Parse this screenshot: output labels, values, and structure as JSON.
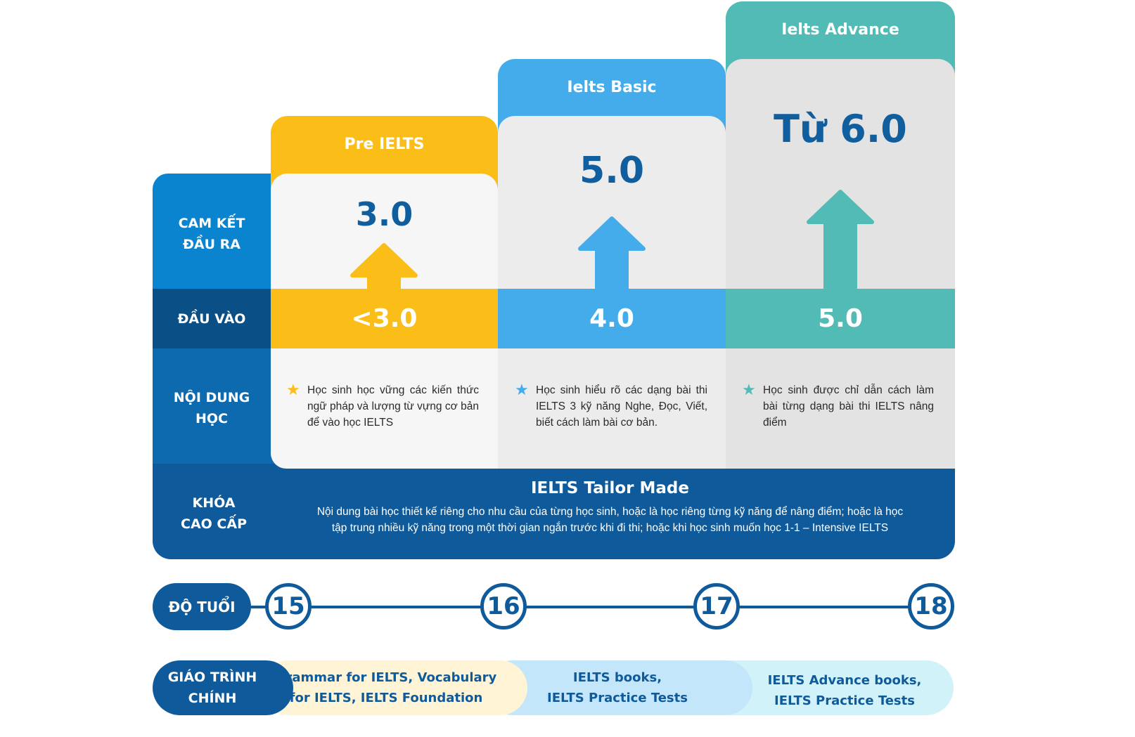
{
  "rows": {
    "output": "CAM KẾT\nĐẦU RA",
    "input": "ĐẦU VÀO",
    "content": "NỘI DUNG\nHỌC",
    "advanced": "KHÓA\nCAO CẤP",
    "age": "ĐỘ TUỔI",
    "textbook": "GIÁO TRÌNH\nCHÍNH"
  },
  "courses": [
    {
      "name": "Pre IELTS",
      "output": "3.0",
      "input": "<3.0",
      "content": "Học sinh học vững các kiến thức ngữ pháp và lượng từ vựng cơ bản để vào học IELTS",
      "books": "Grammar for IELTS, Vocabulary\nfor IELTS, IELTS Foundation",
      "color": "#fbbd18"
    },
    {
      "name": "Ielts Basic",
      "output": "5.0",
      "input": "4.0",
      "content": "Học sinh hiểu rõ các dạng bài thi IELTS 3 kỹ năng Nghe, Đọc, Viết, biết cách làm bài cơ bản.",
      "books": "IELTS books,\nIELTS Practice Tests",
      "color": "#45aceb"
    },
    {
      "name": "Ielts Advance",
      "output": "Từ 6.0",
      "input": "5.0",
      "content": "Học sinh được chỉ dẫn cách làm bài từng dạng bài thi IELTS nâng điểm",
      "books": "IELTS Advance books,\nIELTS Practice Tests",
      "color": "#53bbb5"
    }
  ],
  "tailor": {
    "title": "IELTS Tailor Made",
    "line1": "Nội dung bài học thiết kế riêng cho nhu cầu của từng học sinh, hoặc là học riêng từng kỹ năng để nâng điểm; hoặc là học",
    "line2": "tập trung nhiều kỹ năng trong một thời gian ngắn trước khi đi thi; hoặc khi học sinh muốn học 1-1 – Intensive IELTS"
  },
  "ages": [
    "15",
    "16",
    "17",
    "18"
  ],
  "icons": {
    "star": "star-icon",
    "arrow": "up-arrow-icon"
  },
  "colors": {
    "navy": "#0e5a9a",
    "label_blue": "#0b84d0",
    "input_label": "#0a4f85",
    "content_label": "#0d6aaf",
    "yellow": "#fbbd18",
    "blue": "#45aceb",
    "teal": "#53bbb5"
  }
}
